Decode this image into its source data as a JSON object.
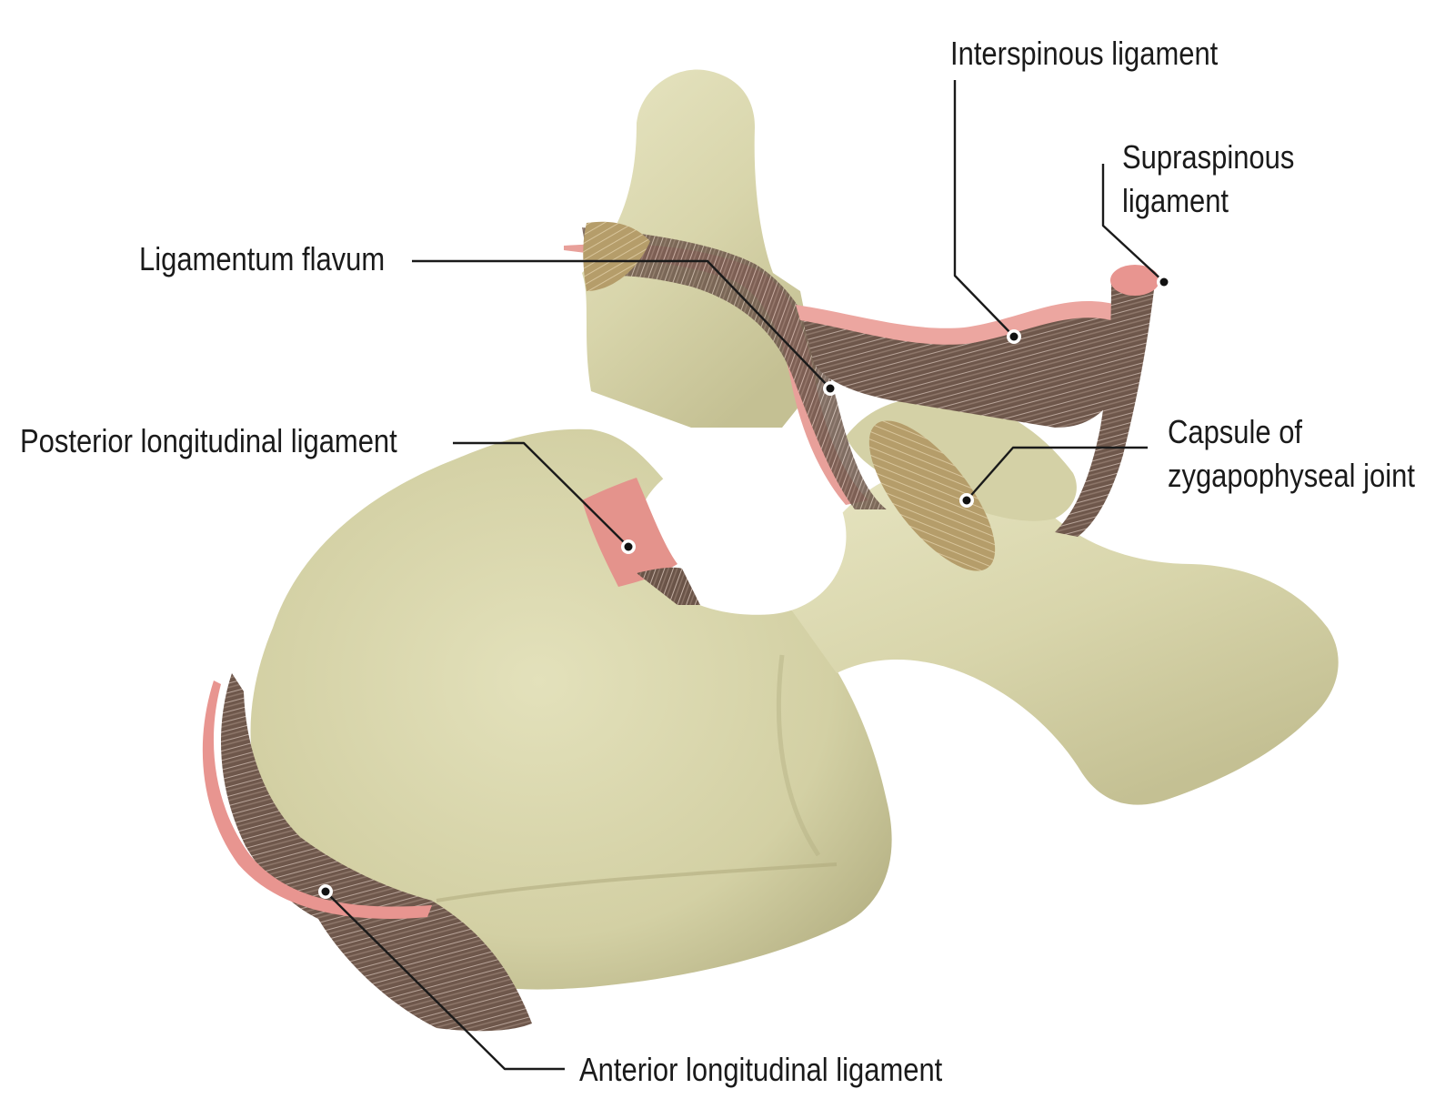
{
  "labels": {
    "interspinous": "Interspinous ligament",
    "supraspinous_line1": "Supraspinous",
    "supraspinous_line2": "ligament",
    "flavum": "Ligamentum flavum",
    "posterior": "Posterior longitudinal ligament",
    "capsule_line1": "Capsule of",
    "capsule_line2": "zygapophyseal joint",
    "anterior": "Anterior longitudinal ligament"
  },
  "colors": {
    "bone": "#d9d6ae",
    "bone_shadow": "#b8b48a",
    "ligament_cut": "#e4938c",
    "ligament_fiber": "#7d6558",
    "capsule": "#bfa877",
    "leader": "#1a1a1a"
  }
}
